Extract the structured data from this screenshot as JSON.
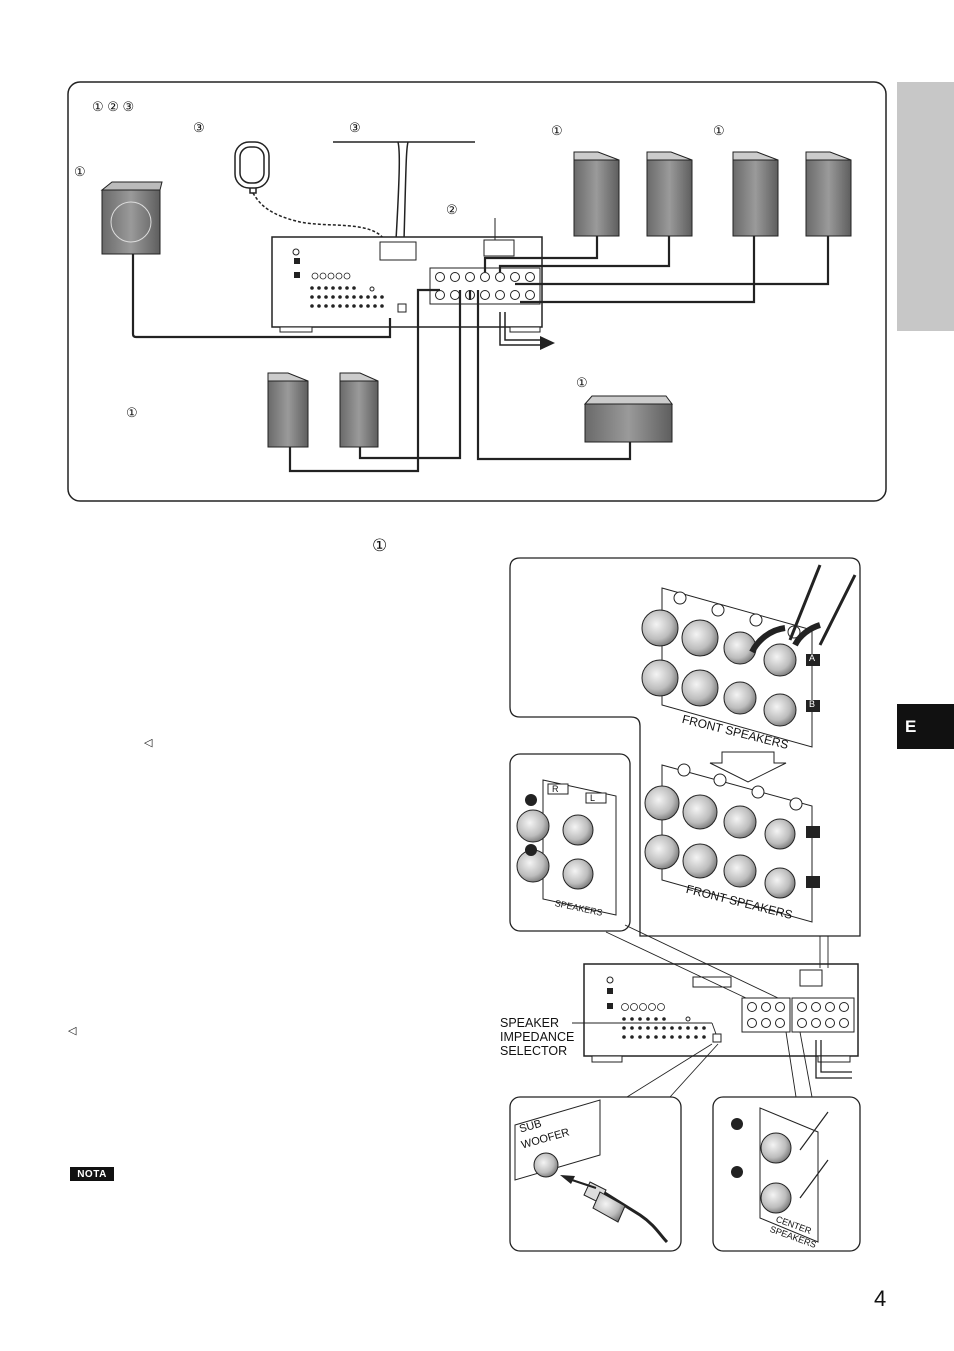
{
  "page": {
    "number": "4",
    "language_tab": "E"
  },
  "callouts": {
    "legend": "① ② ③",
    "three_a": "③",
    "three_b": "③",
    "one_front_1": "①",
    "one_front_2": "①",
    "one_sub": "①",
    "two": "②",
    "one_center": "①",
    "one_surround": "①",
    "one_text_heading": "①"
  },
  "labels": {
    "speaker_impedance_selector": [
      "SPEAKER",
      "IMPEDANCE",
      "SELECTOR"
    ],
    "nota": "NOTA",
    "front_speakers": "FRONT SPEAKERS",
    "front_speakers_2": "FRONT SPEAKERS",
    "surround_speakers": "SPEAKERS",
    "surround_top": "R",
    "surround_top_l": "L",
    "center_speakers": "CENTER",
    "center_speakers_2": "SPEAKERS",
    "subwoofer": "SUB",
    "subwoofer_2": "WOOFER",
    "terminal_a": "A",
    "terminal_b": "B",
    "speaker_symbol_1": "◁",
    "speaker_symbol_2": "◁"
  }
}
